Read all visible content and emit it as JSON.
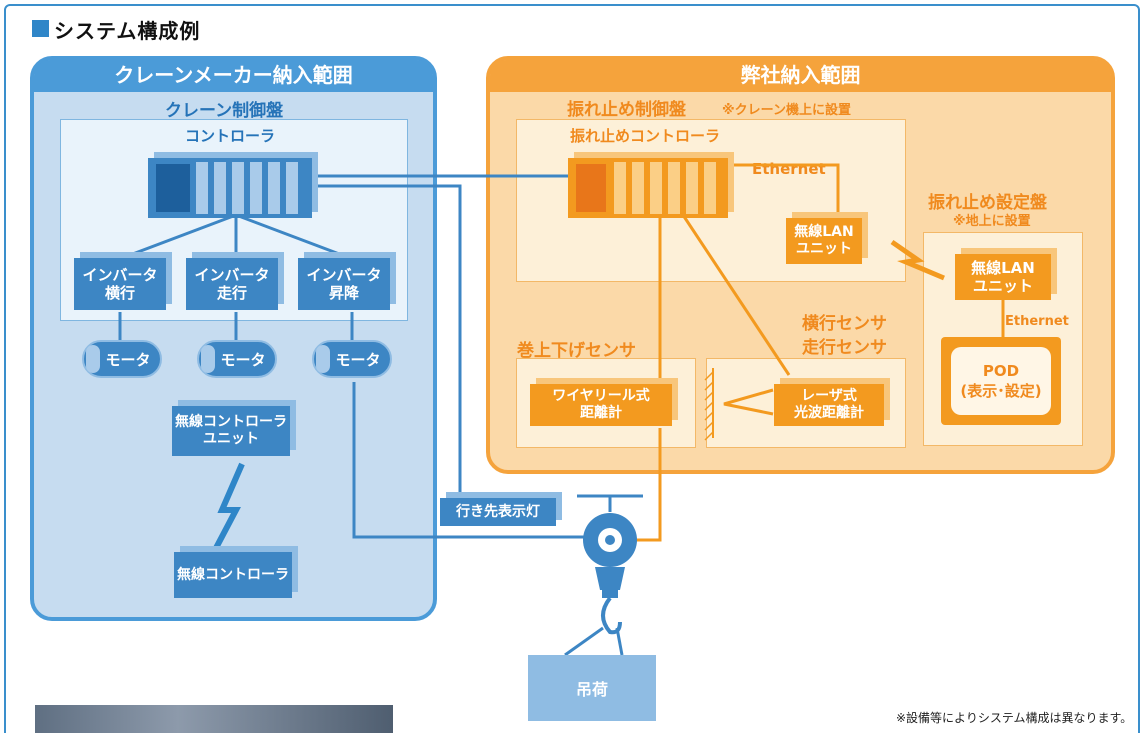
{
  "title": "システム構成例",
  "left_panel": {
    "title": "クレーンメーカー納入範囲",
    "control_panel_label": "クレーン制御盤",
    "controller_label": "コントローラ",
    "inverters": [
      {
        "line1": "インバータ",
        "line2": "横行"
      },
      {
        "line1": "インバータ",
        "line2": "走行"
      },
      {
        "line1": "インバータ",
        "line2": "昇降"
      }
    ],
    "motors": [
      "モータ",
      "モータ",
      "モータ"
    ],
    "wireless_unit": {
      "line1": "無線コントローラ",
      "line2": "ユニット"
    },
    "wireless_controller": "無線コントローラ",
    "destination_light": "行き先表示灯"
  },
  "right_panel": {
    "title": "弊社納入範囲",
    "sway_panel_label": "振れ止め制御盤",
    "sway_panel_note": "※クレーン機上に設置",
    "sway_controller_label": "振れ止めコントローラ",
    "ethernet_top": "Ethernet",
    "wlan_unit_1": {
      "line1": "無線LAN",
      "line2": "ユニット"
    },
    "setting_panel_label": "振れ止め設定盤",
    "setting_panel_note": "※地上に設置",
    "wlan_unit_2": {
      "line1": "無線LAN",
      "line2": "ユニット"
    },
    "ethernet_bottom": "Ethernet",
    "pod": {
      "line1": "POD",
      "line2": "(表示･設定)"
    },
    "hoist_sensor_label": "巻上下げセンサ",
    "traverse_sensor_label": "横行センサ",
    "travel_sensor_label": "走行センサ",
    "wire_reel": {
      "line1": "ワイヤリール式",
      "line2": "距離計"
    },
    "laser": {
      "line1": "レーザ式",
      "line2": "光波距離計"
    }
  },
  "cargo_label": "吊荷",
  "footnote": "※設備等によりシステム構成は異なります。",
  "colors": {
    "blue": "#3d86c4",
    "orange": "#f39a1f",
    "frame": "#3a8fcc"
  }
}
